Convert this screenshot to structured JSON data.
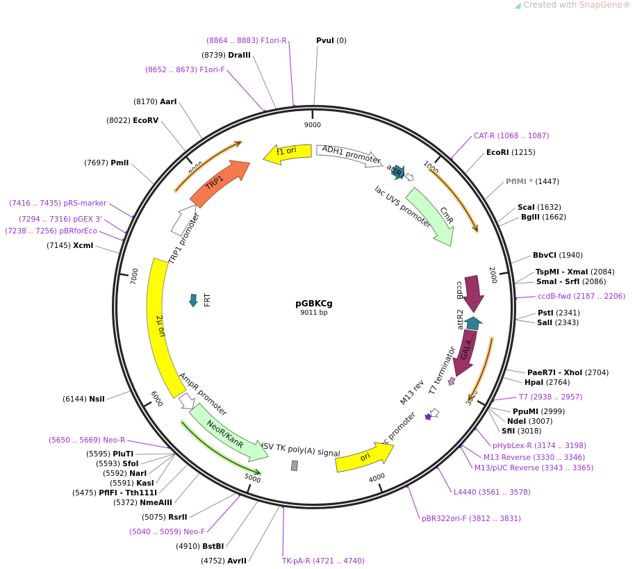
{
  "watermark": {
    "prefix": "Created with ",
    "brand": "SnapGene",
    "suffix": "®"
  },
  "plasmid": {
    "name": "pGBKCg",
    "length_label": "9011 bp",
    "length": 9011
  },
  "ticks": [
    "1000",
    "2000",
    "3000",
    "4000",
    "5000",
    "6000",
    "7000",
    "8000",
    "9000"
  ],
  "enzymes": [
    {
      "name": "PvuI",
      "position": 0
    },
    {
      "name": "DraIII",
      "position": 8739
    },
    {
      "name": "AarI",
      "position": 8170
    },
    {
      "name": "EcoRV",
      "position": 8022
    },
    {
      "name": "PmlI",
      "position": 7697
    },
    {
      "name": "XcmI",
      "position": 7145
    },
    {
      "name": "EcoRI",
      "position": 1215
    },
    {
      "name": "PflMI *",
      "position": 1447,
      "color": "#8a8a8a"
    },
    {
      "name": "ScaI",
      "position": 1632
    },
    {
      "name": "BglII",
      "position": 1662
    },
    {
      "name": "BbvCI",
      "position": 1940
    },
    {
      "name": "TspMI - XmaI",
      "position": 2084
    },
    {
      "name": "SmaI - SrfI",
      "position": 2086
    },
    {
      "name": "PstI",
      "position": 2341
    },
    {
      "name": "SalI",
      "position": 2343
    },
    {
      "name": "PaeR7I - XhoI",
      "position": 2704
    },
    {
      "name": "HpaI",
      "position": 2764
    },
    {
      "name": "PpuMI",
      "position": 2999
    },
    {
      "name": "NdeI",
      "position": 3007
    },
    {
      "name": "SfiI",
      "position": 3018
    },
    {
      "name": "AvrII",
      "position": 4752
    },
    {
      "name": "BstBI",
      "position": 4910
    },
    {
      "name": "RsrII",
      "position": 5075
    },
    {
      "name": "NmeAIII",
      "position": 5372
    },
    {
      "name": "PflFI - Tth111I",
      "position": 5475
    },
    {
      "name": "KasI",
      "position": 5591
    },
    {
      "name": "NarI",
      "position": 5592
    },
    {
      "name": "SfoI",
      "position": 5593
    },
    {
      "name": "PluTI",
      "position": 5595
    },
    {
      "name": "NsiI",
      "position": 6144
    }
  ],
  "primers": [
    {
      "name": "F1ori-R",
      "range": "8864 .. 8883",
      "start": 8864
    },
    {
      "name": "F1ori-F",
      "range": "8652 .. 8673",
      "start": 8652
    },
    {
      "name": "pRS-marker",
      "range": "7416 .. 7435",
      "start": 7416
    },
    {
      "name": "pGEX 3'",
      "range": "7294 .. 7316",
      "start": 7294
    },
    {
      "name": "pBRforEco",
      "range": "7238 .. 7256",
      "start": 7238
    },
    {
      "name": "CAT-R",
      "range": "1068 .. 1087",
      "start": 1068
    },
    {
      "name": "ccdB-fwd",
      "range": "2187 .. 2206",
      "start": 2187
    },
    {
      "name": "T7",
      "range": "2938 .. 2957",
      "start": 2938
    },
    {
      "name": "pHybLex-R",
      "range": "3174 .. 3198",
      "start": 3174
    },
    {
      "name": "M13 Reverse",
      "range": "3330 .. 3346",
      "start": 3330
    },
    {
      "name": "M13/pUC Reverse",
      "range": "3343 .. 3365",
      "start": 3343
    },
    {
      "name": "L4440",
      "range": "3561 .. 3578",
      "start": 3561
    },
    {
      "name": "pBR322ori-F",
      "range": "3812 .. 3831",
      "start": 3812
    },
    {
      "name": "TK-pA-R",
      "range": "4721 .. 4740",
      "start": 4721
    },
    {
      "name": "Neo-F",
      "range": "5040 .. 5059",
      "start": 5040
    },
    {
      "name": "Neo-R",
      "range": "5650 .. 5669",
      "start": 5650
    }
  ],
  "features": [
    {
      "name": "f1 ori",
      "color": "#ffff00"
    },
    {
      "name": "ADH1 promoter",
      "color": "#ffffff"
    },
    {
      "name": "attR1",
      "color": "#2e7f94"
    },
    {
      "name": "lac UV5 promoter",
      "color": "#ffffff"
    },
    {
      "name": "CmR",
      "color": "#ccffcc"
    },
    {
      "name": "ccdB",
      "color": "#993366"
    },
    {
      "name": "attR2",
      "color": "#2e7f94"
    },
    {
      "name": "GAL4...",
      "color": "#993366"
    },
    {
      "name": "T7 terminator",
      "color": "#c993b8"
    },
    {
      "name": "M13 rev",
      "color": "#7a2fbf"
    },
    {
      "name": "lac promoter",
      "color": "#ffffff"
    },
    {
      "name": "ori",
      "color": "#ffff00"
    },
    {
      "name": "HSV TK poly(A) signal",
      "color": "#a0a0a8"
    },
    {
      "name": "NeoR/KanR",
      "color": "#ccffcc"
    },
    {
      "name": "AmpR promoter",
      "color": "#ffffff"
    },
    {
      "name": "2μ ori",
      "color": "#ffff00"
    },
    {
      "name": "FRT",
      "color": "#2e7f94"
    },
    {
      "name": "TRP1 promoter",
      "color": "#ffffff"
    },
    {
      "name": "TRP1",
      "color": "#f27a4e"
    }
  ]
}
